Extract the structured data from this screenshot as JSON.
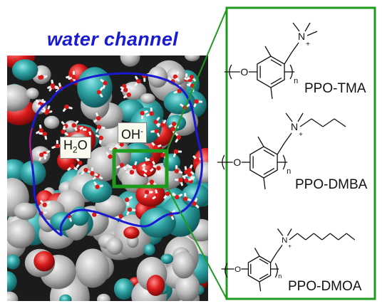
{
  "title": "water channel",
  "labels": {
    "water": {
      "main": "H",
      "sub": "2",
      "tail": "O"
    },
    "hydroxide": {
      "main": "OH",
      "sup": "-"
    }
  },
  "polymers": [
    {
      "name": "PPO-TMA",
      "chain_carbons": 0
    },
    {
      "name": "PPO-DMBA",
      "chain_carbons": 4
    },
    {
      "name": "PPO-DMOA",
      "chain_carbons": 8
    }
  ],
  "atoms": {
    "nitrogen": "N",
    "plus": "+",
    "oxygen": "O",
    "repeat": "n"
  },
  "colors": {
    "panel_border": "#1e9a1e",
    "title": "#1a1ad0",
    "channel_outline": "#1a1ad0",
    "surface_teal": "#2fa3a3",
    "surface_gray": "#b9b9b9",
    "oxygen_red": "#d81a1a"
  }
}
